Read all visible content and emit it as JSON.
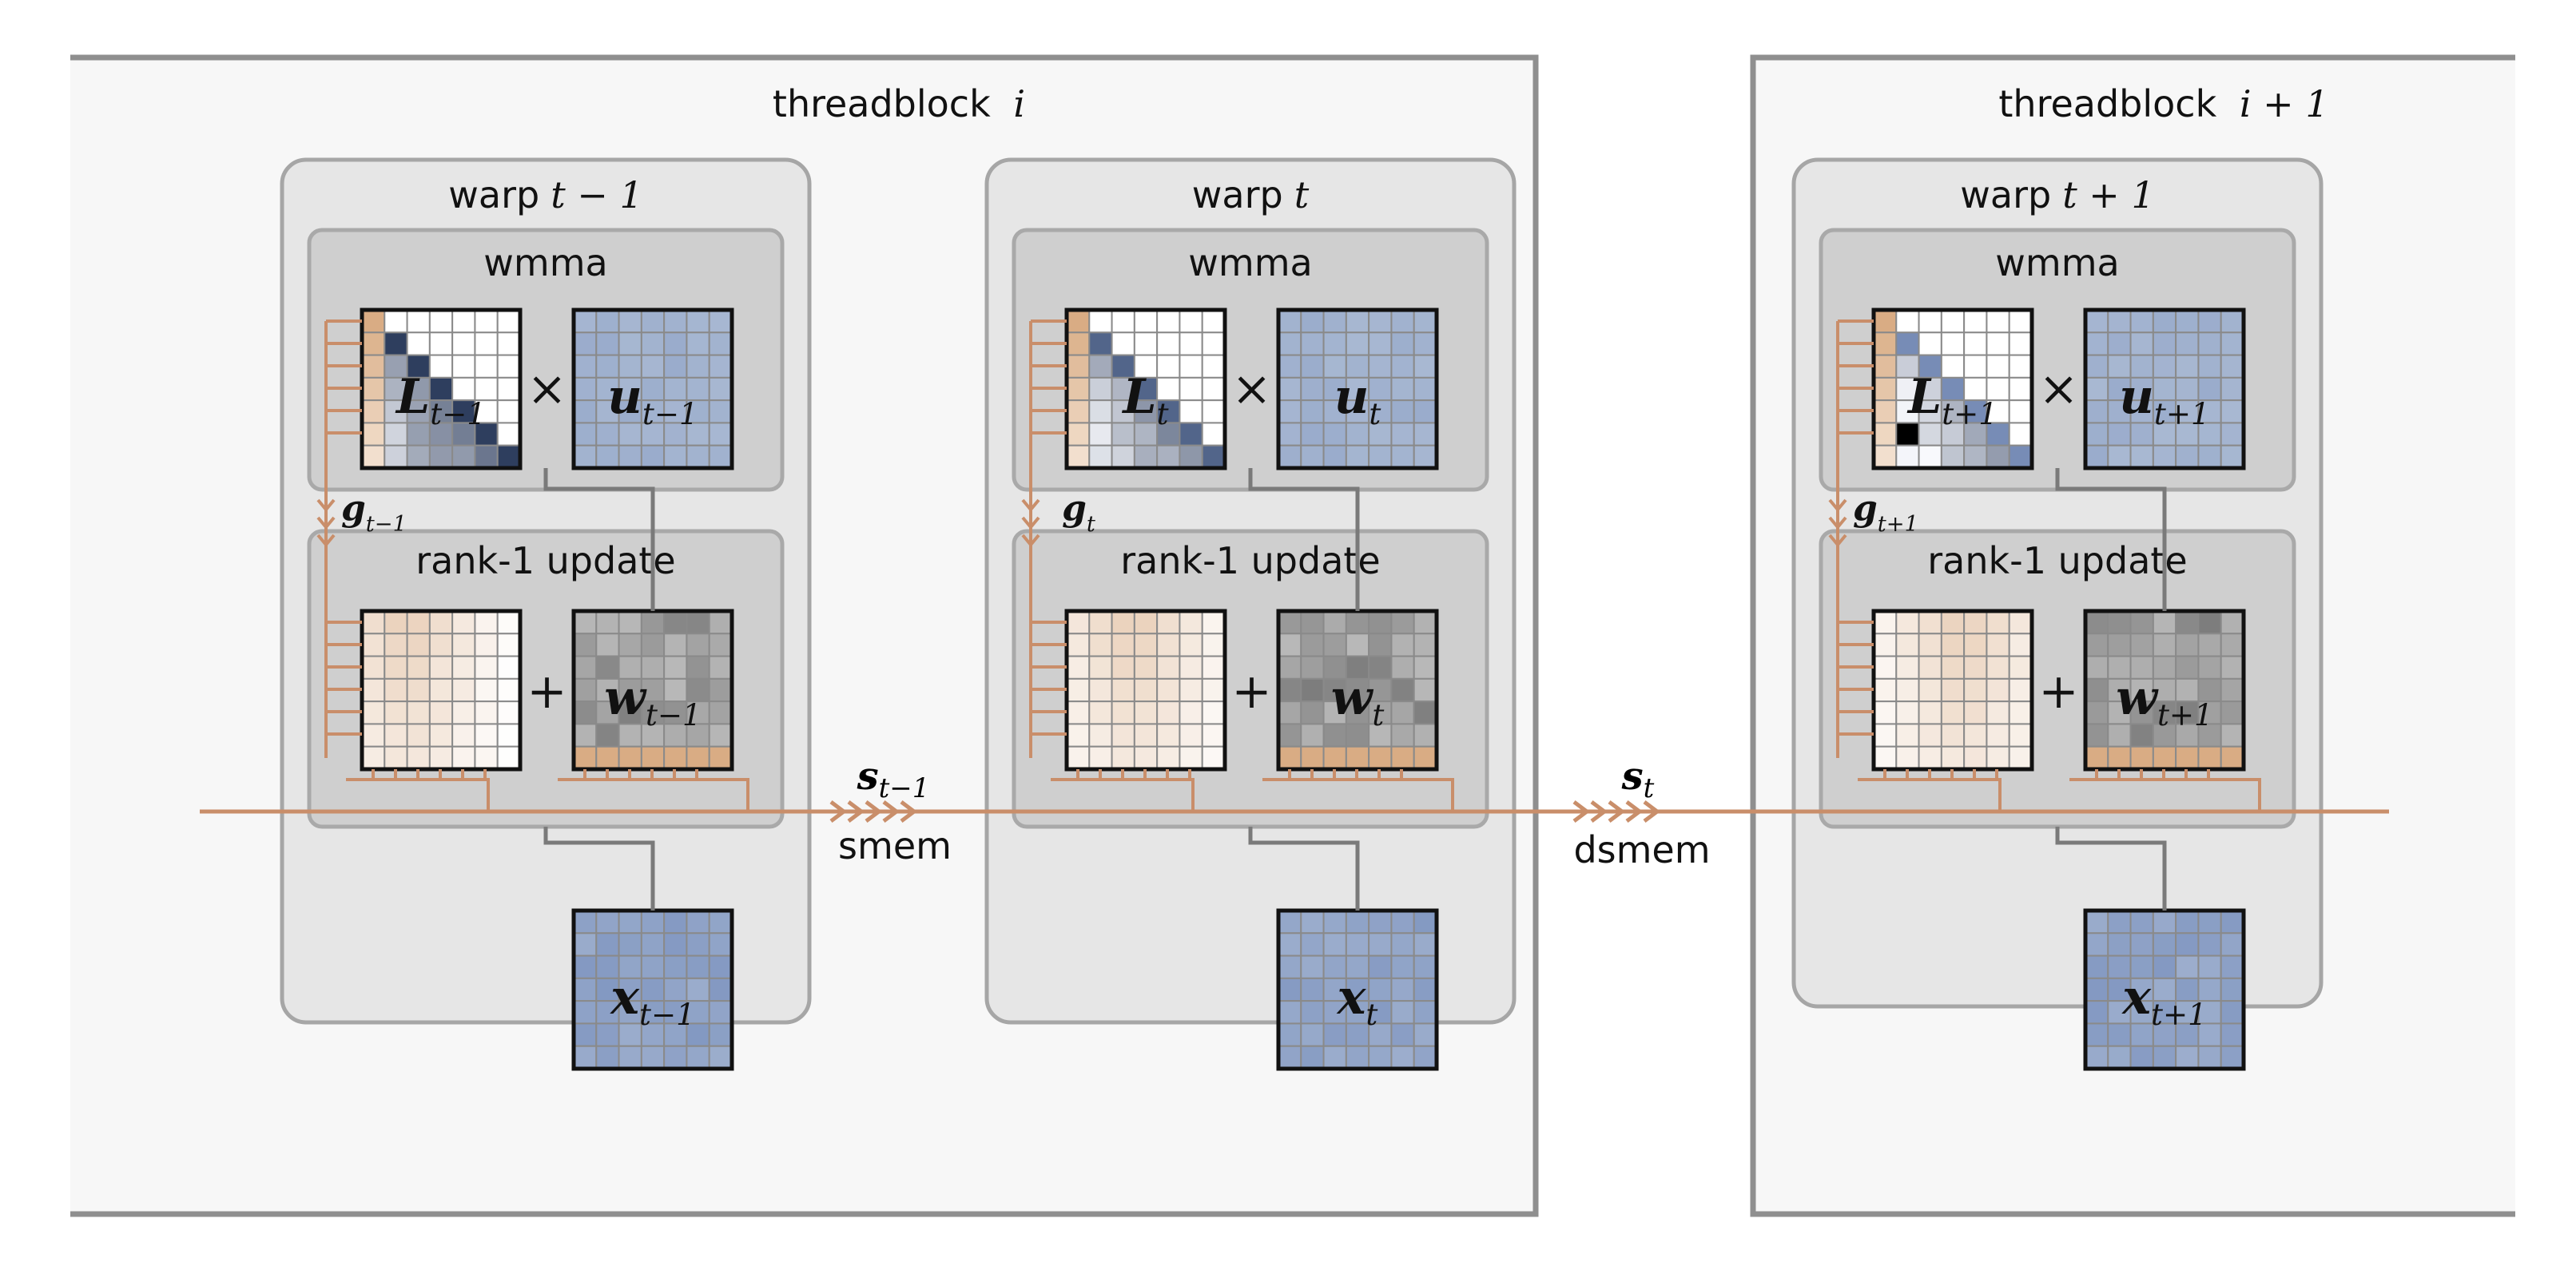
{
  "blocks": [
    {
      "label": "threadblock",
      "math": "i"
    },
    {
      "label": "threadblock",
      "math": "i + 1"
    }
  ],
  "warps": [
    {
      "label": "warp",
      "math": "t − 1",
      "L": "L",
      "u": "u",
      "w": "w",
      "x": "x",
      "g": "g",
      "sub": "t−1"
    },
    {
      "label": "warp",
      "math": "t",
      "L": "L",
      "u": "u",
      "w": "w",
      "x": "x",
      "g": "g",
      "sub": "t"
    },
    {
      "label": "warp",
      "math": "t + 1",
      "L": "L",
      "u": "u",
      "w": "w",
      "x": "x",
      "g": "g",
      "sub": "t+1"
    }
  ],
  "sections": {
    "wmma": "wmma",
    "rank1": "rank-1 update"
  },
  "operators": {
    "times": "×",
    "plus": "+"
  },
  "transfers": [
    {
      "sym": "s",
      "sub": "t−1",
      "mem": "smem"
    },
    {
      "sym": "s",
      "sub": "t",
      "mem": "dsmem"
    }
  ],
  "colors": {
    "block_bg": "#f7f7f7",
    "block_border": "#8f8f8f",
    "warp_bg": "#e6e6e6",
    "warp_border": "#a6a6a6",
    "section_bg": "#cfcfcf",
    "section_border": "#a9a9a9",
    "stream_color": "#c98e6a",
    "wire_color": "#7a7a7a",
    "blue_light": "#a8b8d2",
    "blue_mid": "#7f95c0",
    "blue_dark": "#2e3e5e",
    "tan": "#d9ac84",
    "gray_dark": "#6e6e6e"
  }
}
